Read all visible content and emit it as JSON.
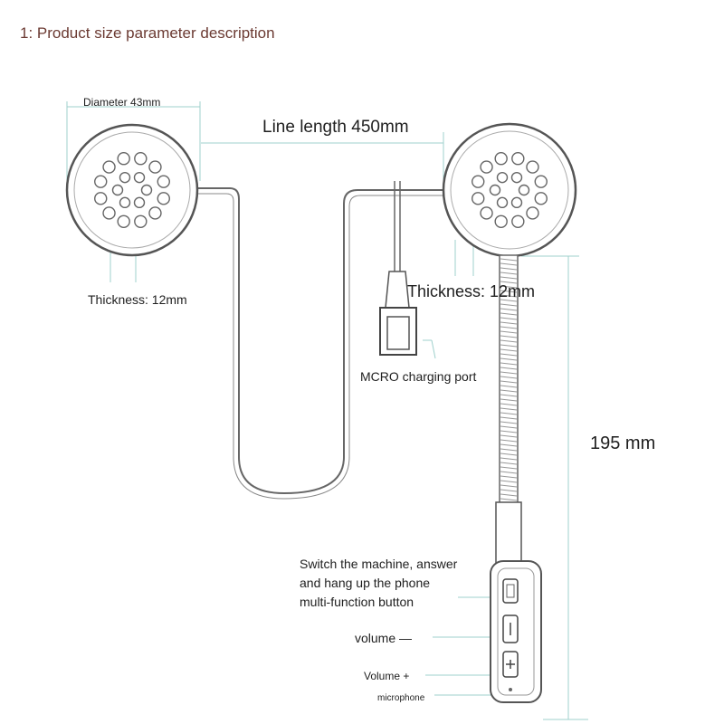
{
  "header": "1: Product size parameter description",
  "labels": {
    "diameter": "Diameter 43mm",
    "line_length": "Line length 450mm",
    "thickness_left": "Thickness: 12mm",
    "thickness_right": "Thickness: 12mm",
    "charging_port": "MCRO charging port",
    "mic_length": "195 mm",
    "button_line1": "Switch the machine, answer",
    "button_line2": "and hang up the phone",
    "button_line3": "multi-function button",
    "volume_minus": "volume —",
    "volume_plus": "Volume +",
    "microphone": "microphone"
  },
  "colors": {
    "header_text": "#6b3a32",
    "outline": "#555555",
    "dimension_line": "#9fd0cc"
  }
}
